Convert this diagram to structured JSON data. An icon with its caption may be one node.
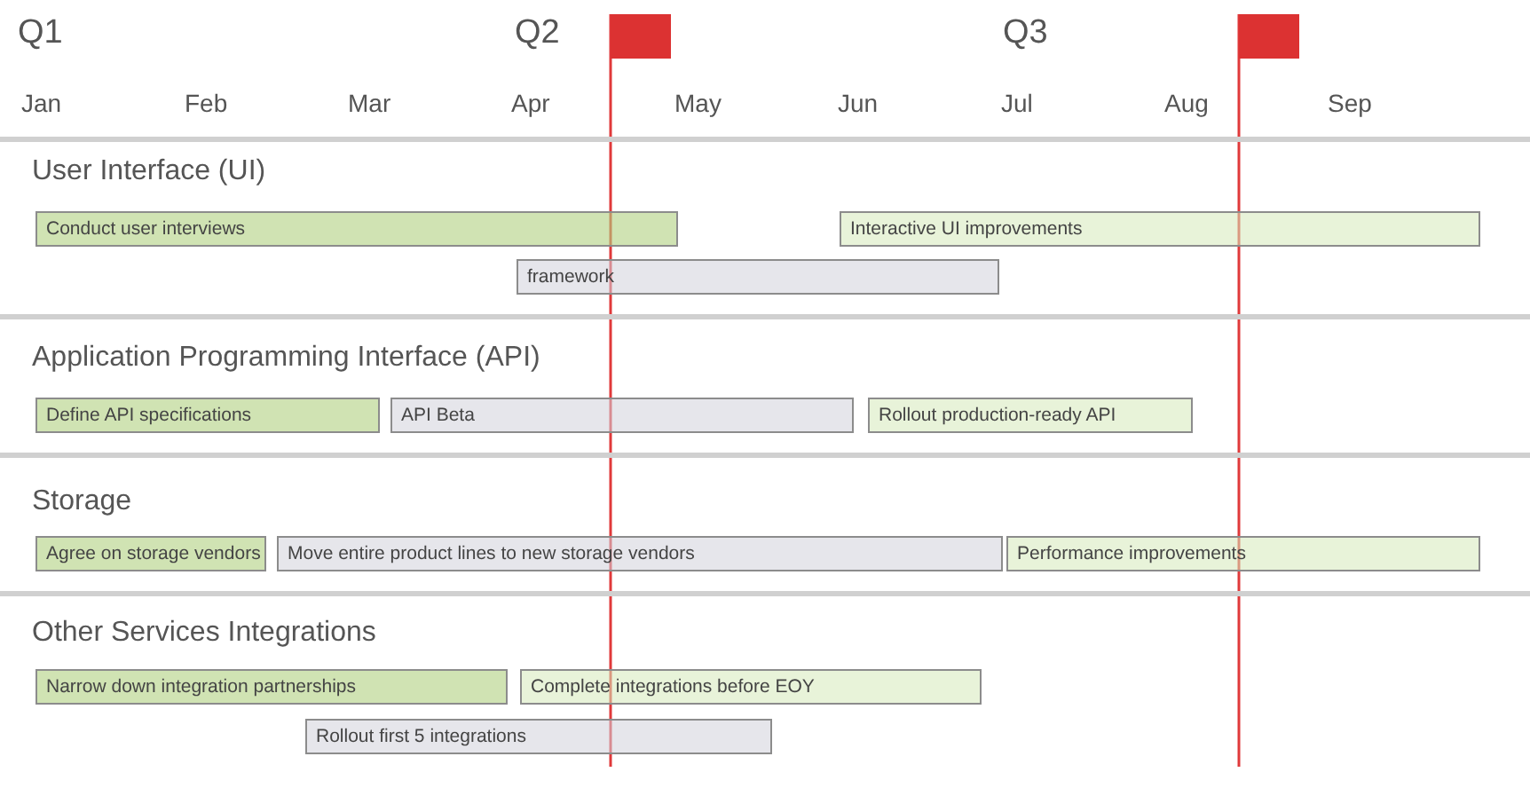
{
  "diagram": {
    "nodes": [
      {
        "text": [
          "Conduct user interviews"
        ]
      },
      {
        "text": [
          "Interactive UI improvements"
        ]
      },
      {
        "text": [
          "framework"
        ]
      },
      {
        "text": [
          "Define API specifications"
        ]
      },
      {
        "text": [
          "API Beta"
        ]
      },
      {
        "text": [
          "Rollout production-ready API"
        ]
      },
      {
        "text": [
          "Agree on storage vendors"
        ]
      },
      {
        "text": [
          "Move entire product lines to new storage vendors"
        ]
      },
      {
        "text": [
          "Performance improvements"
        ]
      },
      {
        "text": [
          "Narrow down integration partnerships"
        ]
      },
      {
        "text": [
          "Complete integrations before EOY"
        ]
      },
      {
        "text": [
          "Rollout first 5 integrations"
        ]
      }
    ],
    "labels": [
      "Q1",
      "Q2",
      "Q3",
      "Jan",
      "Feb",
      "Mar",
      "Apr",
      "May",
      "Jun",
      "Jul",
      "Aug",
      "Sep",
      "User Interface (UI)",
      "Application Programming Interface (API)",
      "Storage",
      "Other Services Integrations"
    ]
  }
}
